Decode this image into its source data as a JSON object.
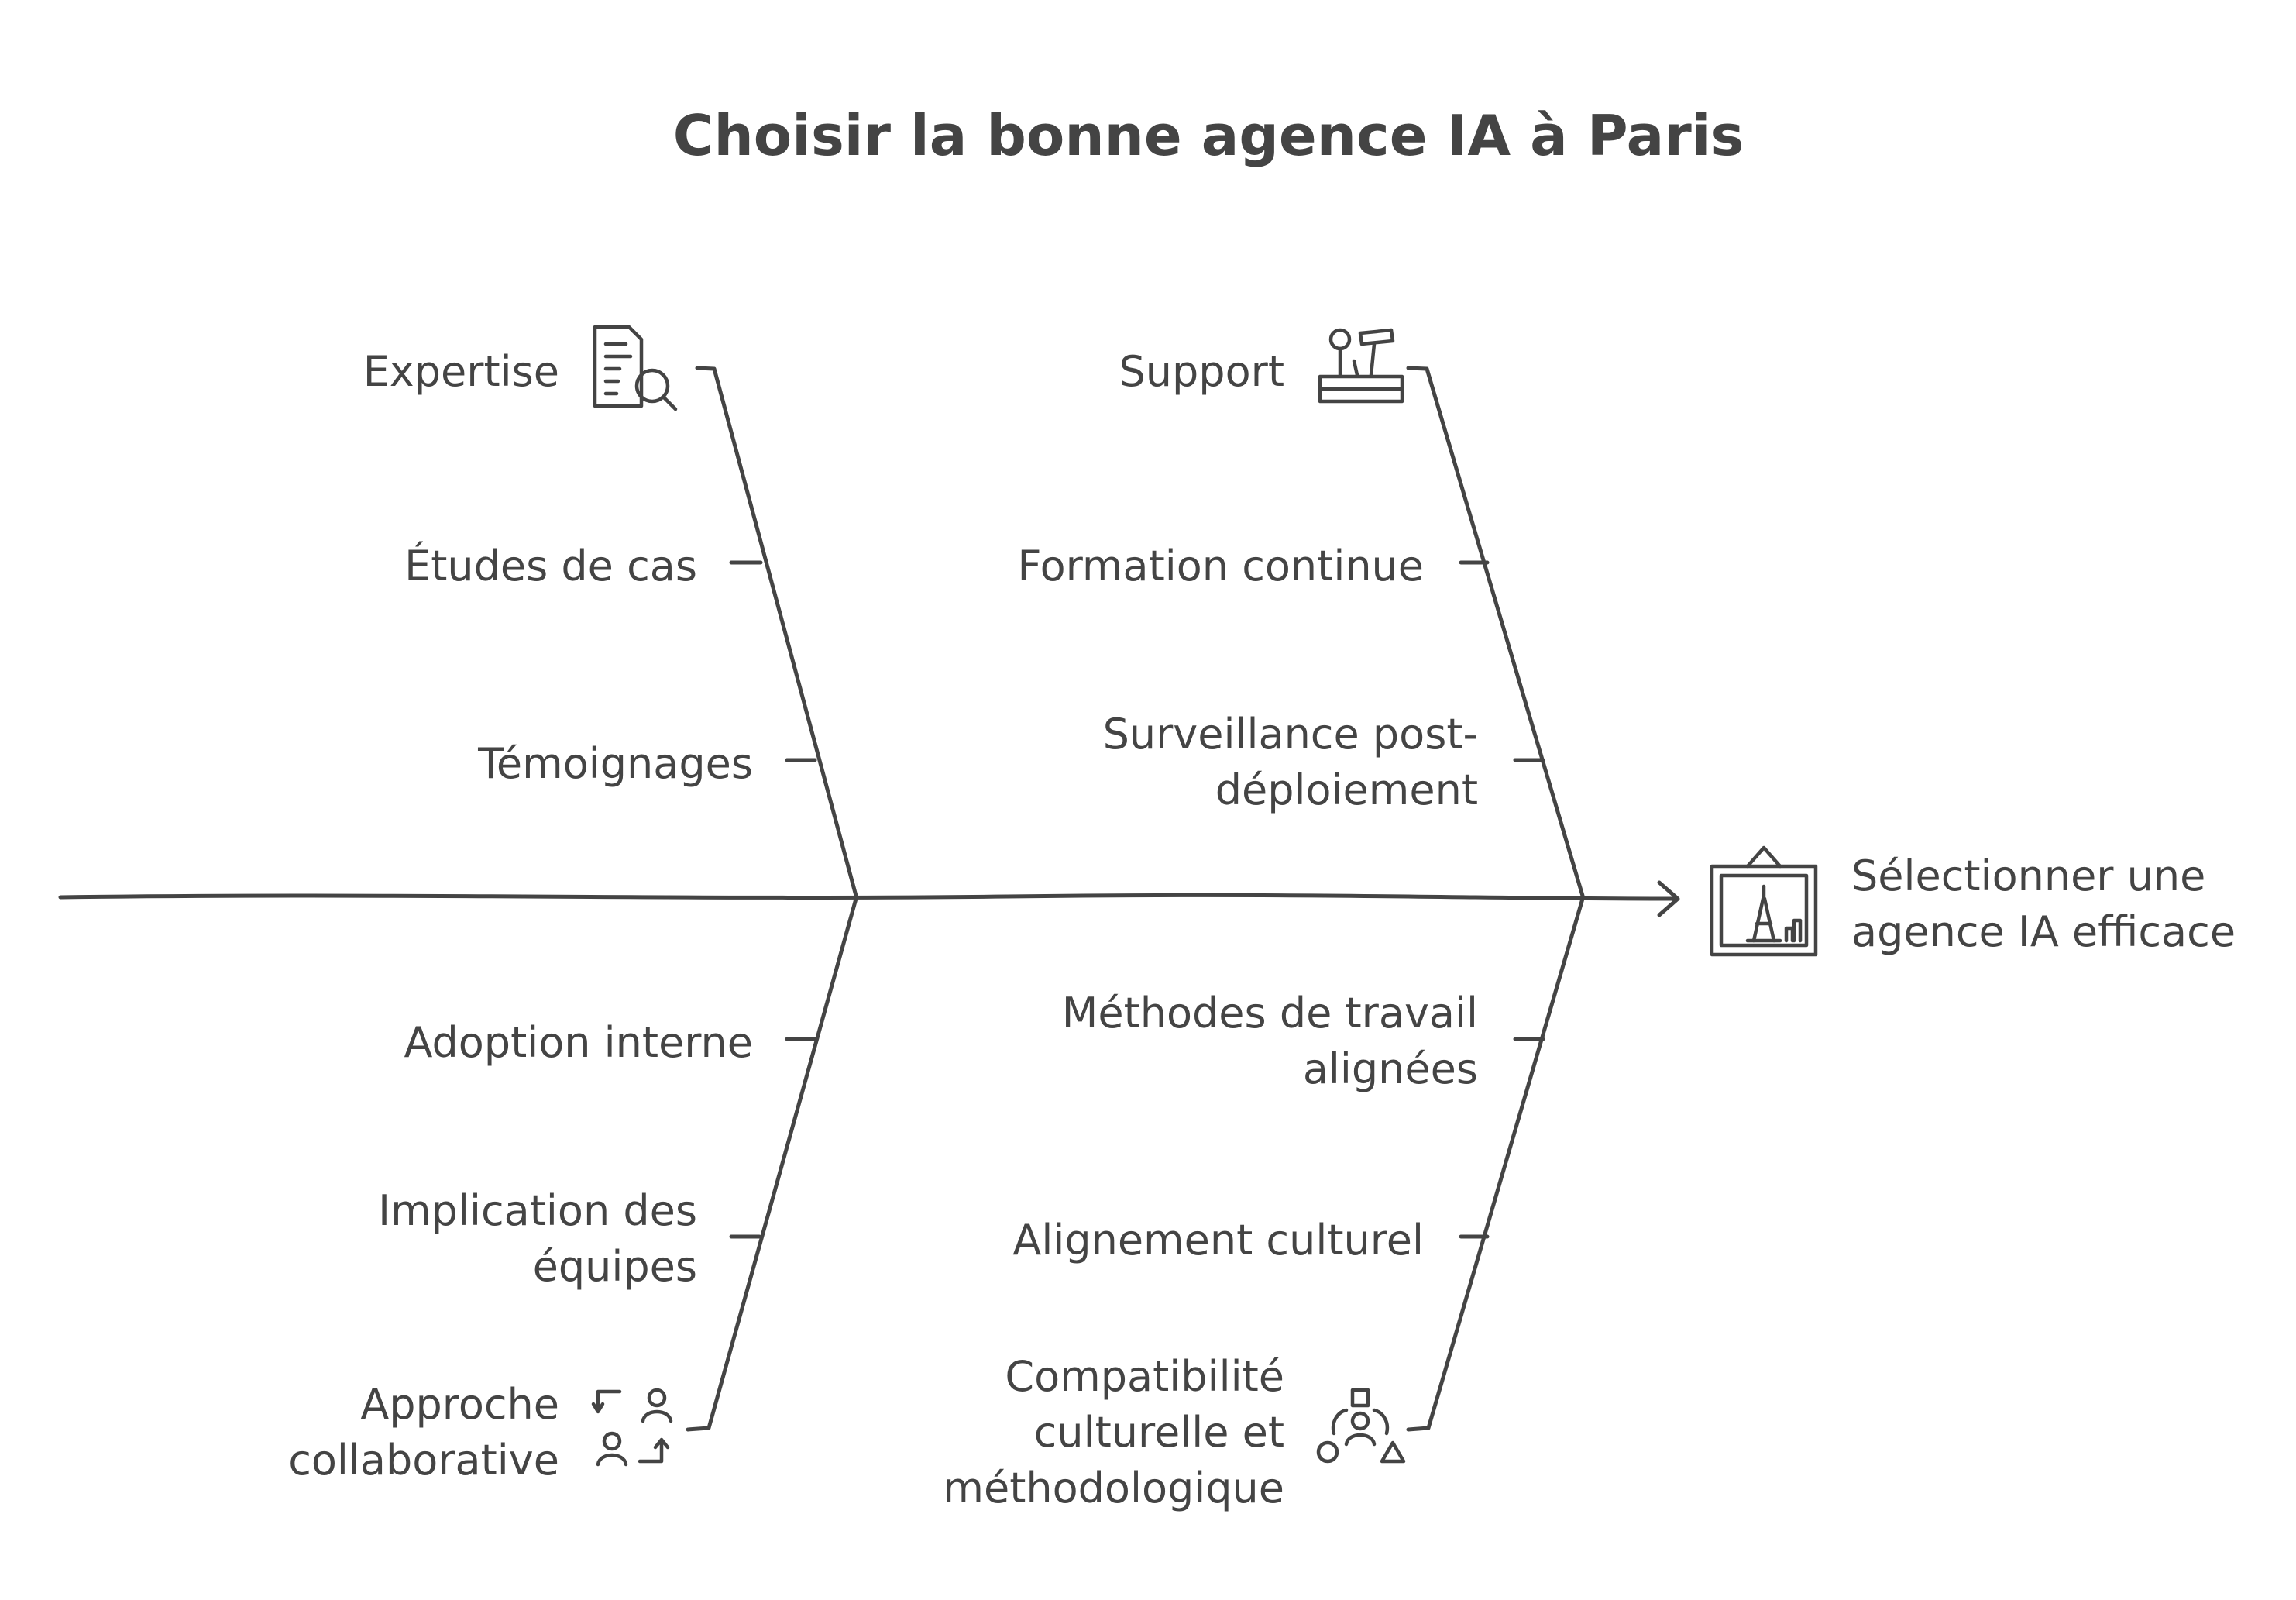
{
  "title": "Choisir la bonne agence IA à Paris",
  "outcome": {
    "lines": [
      "Sélectionner une",
      "agence IA efficace"
    ],
    "icon": "eiffel-tower-frame-icon"
  },
  "categories": [
    {
      "name": "Expertise",
      "icon": "document-search-icon",
      "causes": [
        {
          "lines": [
            "Études de cas"
          ]
        },
        {
          "lines": [
            "Témoignages"
          ]
        }
      ]
    },
    {
      "name": "Support",
      "icon": "toolbox-icon",
      "causes": [
        {
          "lines": [
            "Formation continue"
          ]
        },
        {
          "lines": [
            "Surveillance post-",
            "déploiement"
          ]
        }
      ]
    },
    {
      "name_lines": [
        "Approche",
        "collaborative"
      ],
      "icon": "people-exchange-icon",
      "causes": [
        {
          "lines": [
            "Adoption interne"
          ]
        },
        {
          "lines": [
            "Implication des",
            "équipes"
          ]
        }
      ]
    },
    {
      "name_lines": [
        "Compatibilité",
        "culturelle et",
        "méthodologique"
      ],
      "icon": "person-shapes-icon",
      "causes": [
        {
          "lines": [
            "Méthodes de travail",
            "alignées"
          ]
        },
        {
          "lines": [
            "Alignement culturel"
          ]
        }
      ]
    }
  ],
  "colors": {
    "ink": "#444444",
    "background": "#ffffff"
  }
}
